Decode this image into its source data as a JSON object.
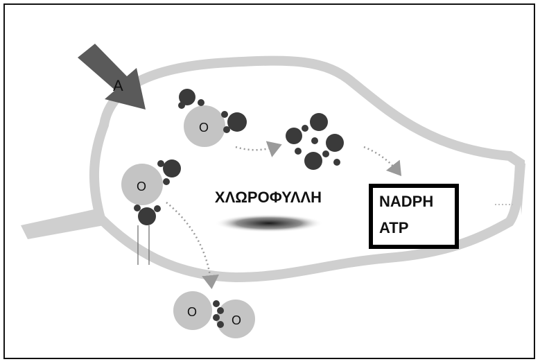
{
  "diagram": {
    "arrow_label": "A",
    "center_label": "ΧΛΩΡΟΦΥΛΛΗ",
    "products": [
      "NADPH",
      "ATP"
    ],
    "molecule_labels": {
      "water_top": "O",
      "water_left": "O",
      "oxygen_left": "O",
      "oxygen_right": "O"
    }
  },
  "colors": {
    "membrane": "#cfcfcf",
    "atom_dark": "#3a3a3a",
    "atom_light": "#c4c4c4",
    "arrow": "#5a5a5a",
    "box_border": "#000000"
  }
}
